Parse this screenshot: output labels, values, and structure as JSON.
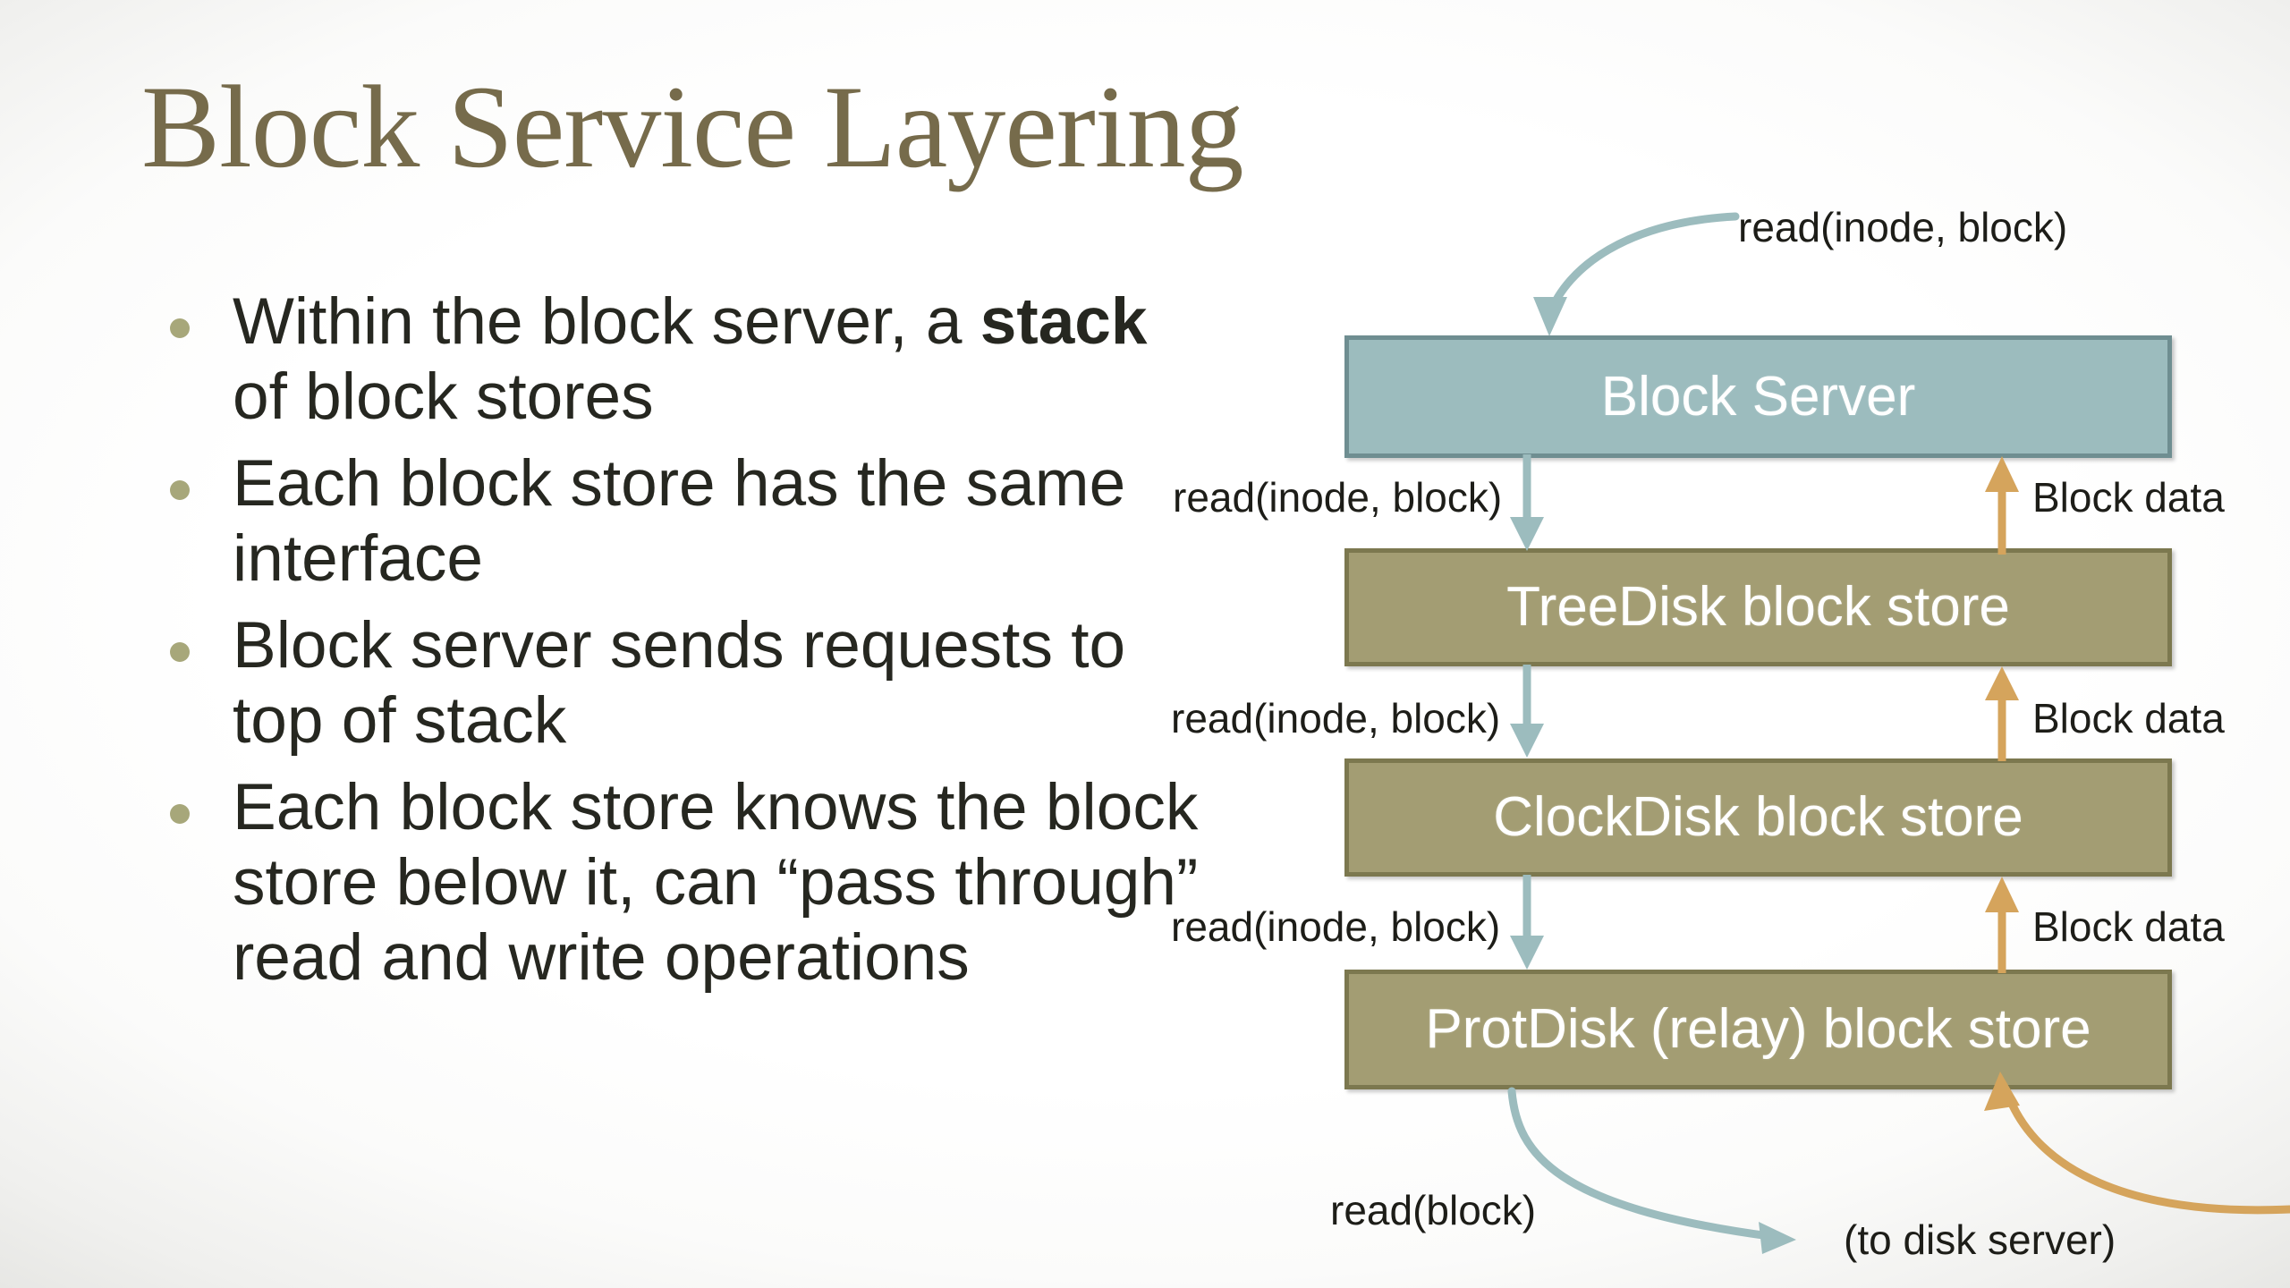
{
  "slide": {
    "title": "Block Service Layering",
    "bullets": [
      {
        "pre": "Within the block server, a ",
        "strong": "stack",
        "post": " of block stores"
      },
      {
        "pre": "Each block store has the same interface",
        "strong": "",
        "post": ""
      },
      {
        "pre": "Block server sends requests to top of stack",
        "strong": "",
        "post": ""
      },
      {
        "pre": "Each block store knows the block store below it, can “pass through” read and write operations",
        "strong": "",
        "post": ""
      }
    ]
  },
  "diagram": {
    "nodes": [
      {
        "id": "block-server",
        "label": "Block Server",
        "fill": "#9CBCBE",
        "border": "#6F8E91"
      },
      {
        "id": "treedisk",
        "label": "TreeDisk block store",
        "fill": "#A39D73",
        "border": "#7C784F"
      },
      {
        "id": "clockdisk",
        "label": "ClockDisk block store",
        "fill": "#A39D73",
        "border": "#7C784F"
      },
      {
        "id": "protdisk",
        "label": "ProtDisk (relay) block store",
        "fill": "#A39D73",
        "border": "#7C784F"
      }
    ],
    "request_color": "#9CBCBE",
    "response_color": "#D5A45C",
    "labels": {
      "entry_request": "read(inode, block)",
      "req_1": "read(inode, block)",
      "req_2": "read(inode, block)",
      "req_3": "read(inode, block)",
      "resp_1": "Block data",
      "resp_2": "Block data",
      "resp_3": "Block data",
      "exit_request": "read(block)",
      "exit_target": "(to disk server)"
    }
  },
  "theme": {
    "title_color": "#766B4B",
    "body_color": "#262720",
    "bullet_color": "#A7A77A",
    "background": "#ffffff"
  }
}
